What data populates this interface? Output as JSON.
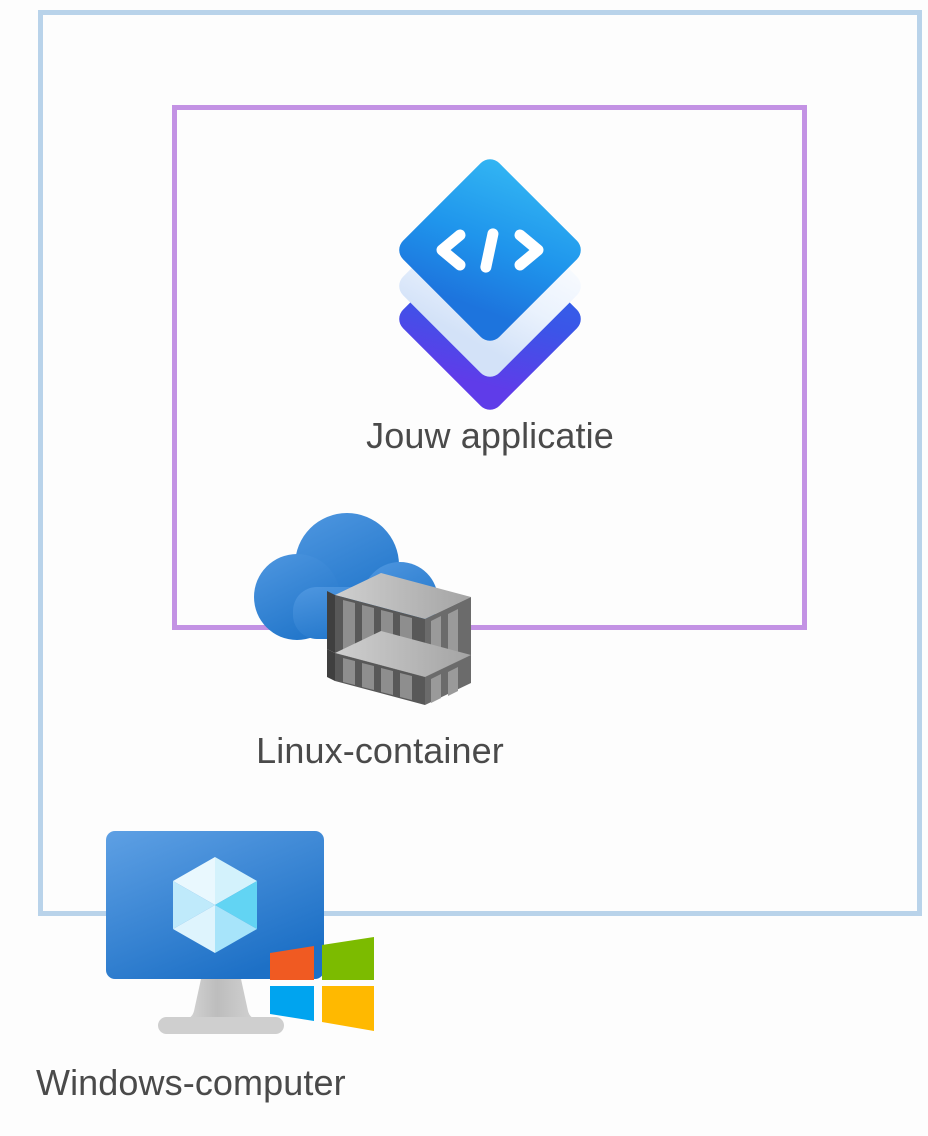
{
  "diagram": {
    "title": "Azure container hosting architecture diagram",
    "background_color": "#fdfdfd",
    "boundaries": [
      {
        "id": "host-boundary",
        "name": "Windows host boundary",
        "border_color": "#b9d3ea",
        "label": ""
      },
      {
        "id": "container-boundary",
        "name": "Linux container boundary",
        "border_color": "#c392e4",
        "label": ""
      }
    ],
    "nodes": [
      {
        "id": "app",
        "label": "Jouw applicatie",
        "icon": "stacked-layers-code-icon",
        "icon_colors": {
          "top_layer_start": "#32b4f2",
          "top_layer_end": "#1f7fe0",
          "middle_layer_start": "#ffffff",
          "middle_layer_end": "#d6e4f7",
          "bottom_layer_start": "#2f6fe8",
          "bottom_layer_end": "#5a3fe8",
          "code_glyph": "#ffffff"
        }
      },
      {
        "id": "linux",
        "label": "Linux-container",
        "icon": "cloud-containers-icon",
        "icon_colors": {
          "cloud_start": "#4b93dd",
          "cloud_end": "#2477cc",
          "container_top": "#b9b9b9",
          "container_face": "#6e6e6e",
          "container_side": "#4a4a4a",
          "container_rib": "#9a9a9a"
        }
      },
      {
        "id": "windows",
        "label": "Windows-computer",
        "icon": "monitor-vm-windows-icon",
        "icon_colors": {
          "screen_start": "#5b9ae0",
          "screen_end": "#1f73c9",
          "cube_light": "#e6f7fd",
          "cube_mid": "#b4e8f8",
          "cube_dark": "#69d6f4",
          "stand": "#c9c9c9",
          "windows_red": "#f05a22",
          "windows_green": "#7cbb00",
          "windows_blue": "#00a4ef",
          "windows_yellow": "#ffb900"
        }
      }
    ],
    "label_color": "#4a4a4a"
  }
}
